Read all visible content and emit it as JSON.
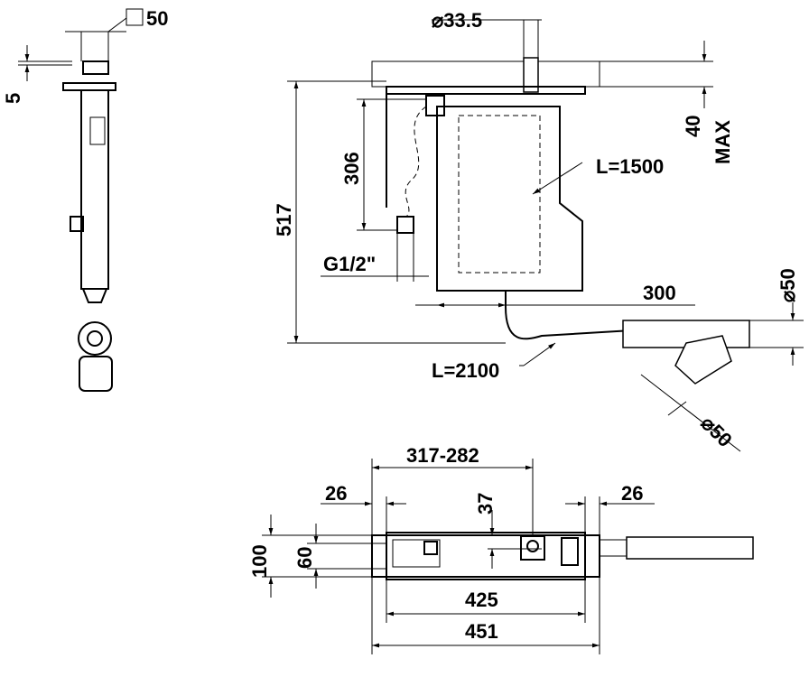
{
  "side_view": {
    "square_dim": "50",
    "offset_dim": "5"
  },
  "front_view": {
    "pipe_diameter": "⌀33.5",
    "ceiling_dim": "40",
    "ceiling_dim_note": "MAX",
    "height_inlet": "306",
    "height_total": "517",
    "cable_length": "L=1500",
    "thread": "G1/2\"",
    "outlet_offset": "300",
    "outlet_diameter": "⌀50",
    "hose_length": "L=2100",
    "branch_diameter": "⌀50"
  },
  "top_view": {
    "span": "317-282",
    "left_margin": "26",
    "center_offset": "37",
    "right_margin": "26",
    "outer_height": "100",
    "inner_height": "60",
    "inner_width": "425",
    "outer_width": "451"
  },
  "colors": {
    "line": "#000000",
    "background": "#ffffff"
  }
}
